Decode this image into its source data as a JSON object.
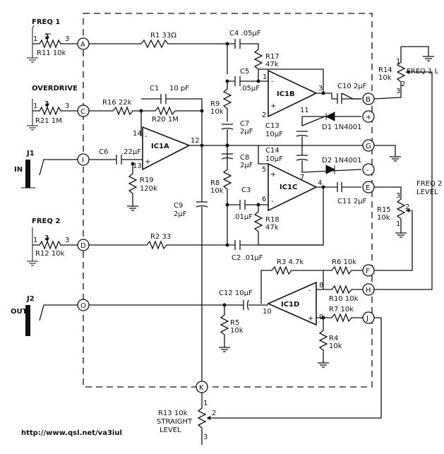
{
  "labels": {
    "freq1": "FREQ 1",
    "overdrive": "OVERDRIVE",
    "freq2": "FREQ 2",
    "in": "IN",
    "out": "OUT",
    "j1": "J1",
    "j2": "J2",
    "r11": "R11 10k",
    "r21": "R21 1M",
    "r12": "R12 10k",
    "r1": "R1 33Ω",
    "r16": "R16 22k",
    "c1": "C1",
    "c1v": "10 pF",
    "r20": "R20 1M",
    "c6": "C6",
    "c6v": ".22μF",
    "r19": "R19",
    "r19v": "120k",
    "r2": "R2 33",
    "c4": "C4 .05μF",
    "r17": "R17",
    "r17v": "47k",
    "c5": "C5",
    "c5v": ".05μF",
    "r9": "R9",
    "r9v": "10k",
    "c7": "C7",
    "c7v": "2μF",
    "c8": "C8",
    "c8v": "2μF",
    "r8": "R8",
    "r8v": "10k",
    "c9": "C9",
    "c9v": "2μF",
    "c3": "C3",
    "c3v": ".01μF",
    "r18": "R18",
    "r18v": "47k",
    "c2": "C2 .01μF",
    "ic1a": "IC1A",
    "ic1b": "IC1B",
    "ic1c": "IC1C",
    "ic1d": "IC1D",
    "c10": "C10 2μF",
    "c13": "C13",
    "c13v": "10μF",
    "c14": "C14",
    "c14v": "10μF",
    "d1": "D1 1N4001",
    "d2": "D2 1N4001",
    "c11": "C11 2μF",
    "r14": "R14",
    "r14v": "10k",
    "freq1l": "FREQ 1 L",
    "freq2level1": "FREQ 2",
    "freq2level2": "LEVEL",
    "r15": "R15",
    "r15v": "10k",
    "r3": "R3 4.7k",
    "r6": "R6 10k",
    "r10": "R10 10k",
    "r7": "R7 10k",
    "r4": "R4",
    "r4v": "10k",
    "c12": "C12 10μF",
    "r5": "R5",
    "r5v": "10k",
    "r13": "R13  10k",
    "straight1": "STRAIGHT",
    "straight2": "LEVEL",
    "url": "http://www.qsl.net/va3iul"
  },
  "nodes": {
    "A": "A",
    "C": "C",
    "I": "I",
    "D": "D",
    "O": "O",
    "K": "K",
    "B": "B",
    "plus": "+",
    "G": "G",
    "minus": "-",
    "E": "E",
    "F": "F",
    "H": "H",
    "J": "J"
  },
  "pins": {
    "p1": "1",
    "p2": "2",
    "p3": "3",
    "p4": "4",
    "p5": "5",
    "p6": "6",
    "p7": "7",
    "p8": "8",
    "p9": "9",
    "p10": "10",
    "p11": "11",
    "p12": "12",
    "p13": "13",
    "p14": "14"
  },
  "signs": {
    "plus": "+",
    "minus": "-"
  }
}
